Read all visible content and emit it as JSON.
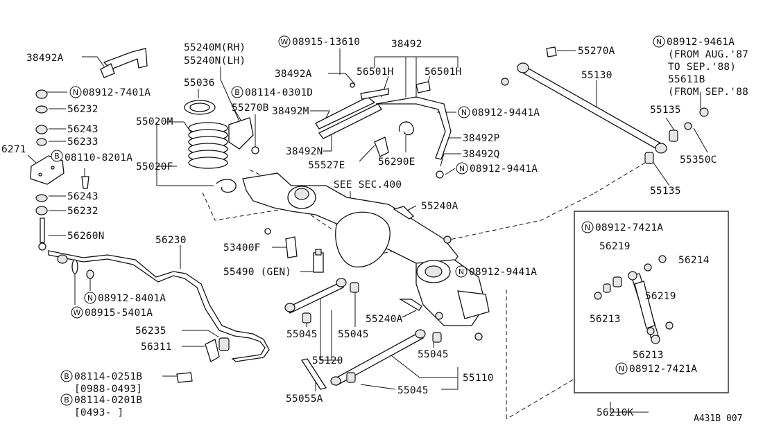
{
  "labels": {
    "p38492a_left": "38492A",
    "p55240m": "55240M(RH)",
    "p55240n": "55240N(LH)",
    "w08915_13610": "08915-13610",
    "p38492_top": "38492",
    "p38492a_mid": "38492A",
    "p56501h_a": "56501H",
    "p56501h_b": "56501H",
    "n08912_9461a": "08912-9461A",
    "from_aug87": "(FROM AUG.'87",
    "to_sep88": "TO SEP.'88)",
    "p55611b": "55611B",
    "from_sep88": "(FROM SEP.'88",
    "p55270a": "55270A",
    "p55130": "55130",
    "n08912_7401a": "08912-7401A",
    "p56232_top": "56232",
    "p56243_top": "56243",
    "p56233": "56233",
    "p6271": "6271",
    "b08110_8201a": "08110-8201A",
    "p56243_bot": "56243",
    "p56232_bot": "56232",
    "p56260n": "56260N",
    "p55036": "55036",
    "b08114_0301d": "08114-0301D",
    "p55270b": "55270B",
    "p55020m": "55020M",
    "p55020f": "55020F",
    "p38492m": "38492M",
    "p38492n": "38492N",
    "p55527e": "55527E",
    "p56290e": "56290E",
    "p38492p": "38492P",
    "p38492q": "38492Q",
    "n08912_9441a_1": "08912-9441A",
    "n08912_9441a_2": "08912-9441A",
    "p55135_a": "55135",
    "p55350c": "55350C",
    "p55135_b": "55135",
    "see_sec400": "SEE SEC.400",
    "p55240a_1": "55240A",
    "p56230": "56230",
    "p53400f": "53400F",
    "p55490": "55490 (GEN)",
    "n08912_9441a_3": "08912-9441A",
    "n08912_8401a": "08912-8401A",
    "w08915_5401a": "08915-5401A",
    "p56235": "56235",
    "p56311": "56311",
    "p55045_a": "55045",
    "p55045_b": "55045",
    "p55240a_2": "55240A",
    "p55045_c": "55045",
    "p55120": "55120",
    "p55110": "55110",
    "p55055a": "55055A",
    "p55045_d": "55045",
    "b08114_0251b": "08114-0251B",
    "range_0988_0493": "[0988-0493]",
    "b08114_0201b": "08114-0201B",
    "range_0493": "[0493-     ]",
    "n08912_7421a_1": "08912-7421A",
    "p56219_a": "56219",
    "p56214": "56214",
    "p56219_b": "56219",
    "p56213_a": "56213",
    "p56213_b": "56213",
    "n08912_7421a_2": "08912-7421A",
    "p56210k": "56210K",
    "figure_code": "A431B 007"
  },
  "prefixes": {
    "N": "N",
    "B": "B",
    "W": "W"
  }
}
